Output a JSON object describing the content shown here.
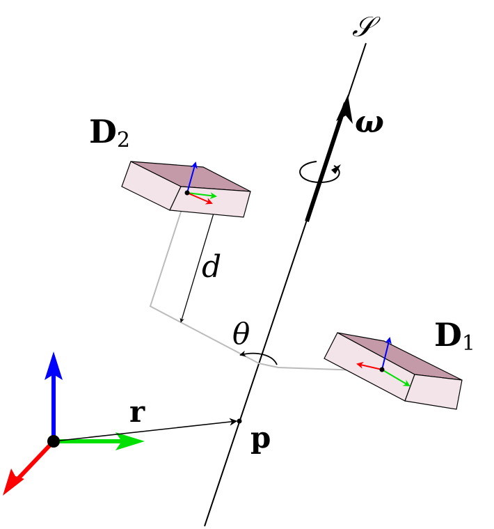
{
  "labels": {
    "screw_axis": "𝒮",
    "omega": "ω",
    "d2_main": "D",
    "d2_sub": "2",
    "d1_main": "D",
    "d1_sub": "1",
    "distance": "d",
    "angle": "θ",
    "r_vector": "r",
    "p_point": "p"
  },
  "colors": {
    "line": "#000000",
    "helper_line": "#bbbbbb",
    "device_top": "#c49aa8",
    "device_side": "#f3e4e9",
    "axis_x": "#ff0000",
    "axis_y": "#00e000",
    "axis_z": "#0000ff"
  }
}
